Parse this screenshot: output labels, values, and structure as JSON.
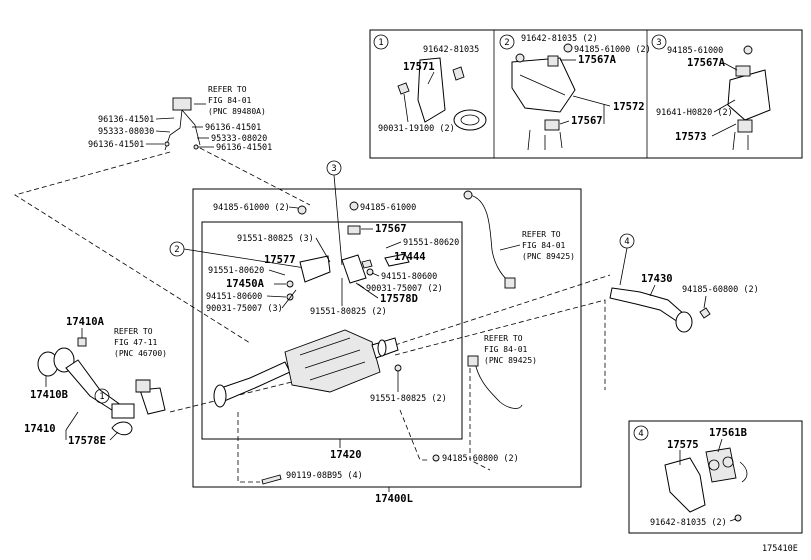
{
  "diagram_code": "175410E",
  "assembly_label": "17400L",
  "subassembly_label": "17420",
  "callouts": {
    "c1": "1",
    "c2": "2",
    "c3": "3",
    "c4": "4"
  },
  "inset1": {
    "marker": "1",
    "parts": [
      "91642-81035",
      "17571",
      "90031-19100 (2)"
    ]
  },
  "inset2": {
    "marker": "2",
    "parts": [
      "91642-81035 (2)",
      "94185-61000 (2)",
      "17567A",
      "17572",
      "17567"
    ]
  },
  "inset3": {
    "marker": "3",
    "parts": [
      "94185-61000",
      "17567A",
      "91641-H0820 (2)",
      "17573"
    ]
  },
  "inset4": {
    "marker": "4",
    "parts": [
      "17575",
      "17561B",
      "91642-81035 (2)"
    ]
  },
  "refs": {
    "ref1": [
      "REFER TO",
      "FIG 84-01",
      "(PNC 89480A)"
    ],
    "ref2": [
      "REFER TO",
      "FIG 84-01",
      "(PNC 89425)"
    ],
    "ref3": [
      "REFER TO",
      "FIG 47-11",
      "(PNC 46700)"
    ],
    "ref4": [
      "REFER TO",
      "FIG 84-01",
      "(PNC 89425)"
    ]
  },
  "left_top_parts": [
    "96136-41501",
    "95333-08030",
    "96136-41501",
    "96136-41501",
    "95333-08020",
    "96136-41501"
  ],
  "center_parts": {
    "p1": "94185-61000 (2)",
    "p2": "94185-61000",
    "p3": "17567",
    "p4": "91551-80825 (3)",
    "p5": "91551-80620",
    "p6": "17577",
    "p7": "17444",
    "p8": "91551-80620",
    "p9": "94151-80600",
    "p10": "17450A",
    "p11": "90031-75007 (2)",
    "p12": "94151-80600",
    "p13": "17578D",
    "p14": "90031-75007 (3)",
    "p15": "91551-80825 (2)",
    "p16": "91551-80825 (2)",
    "p17": "94185-60800 (2)",
    "p18": "90119-08B95 (4)"
  },
  "left_parts": {
    "a": "17410A",
    "b": "17410B",
    "c": "17410",
    "d": "17578E"
  },
  "right_parts": {
    "a": "17430",
    "b": "94185-60800 (2)"
  }
}
